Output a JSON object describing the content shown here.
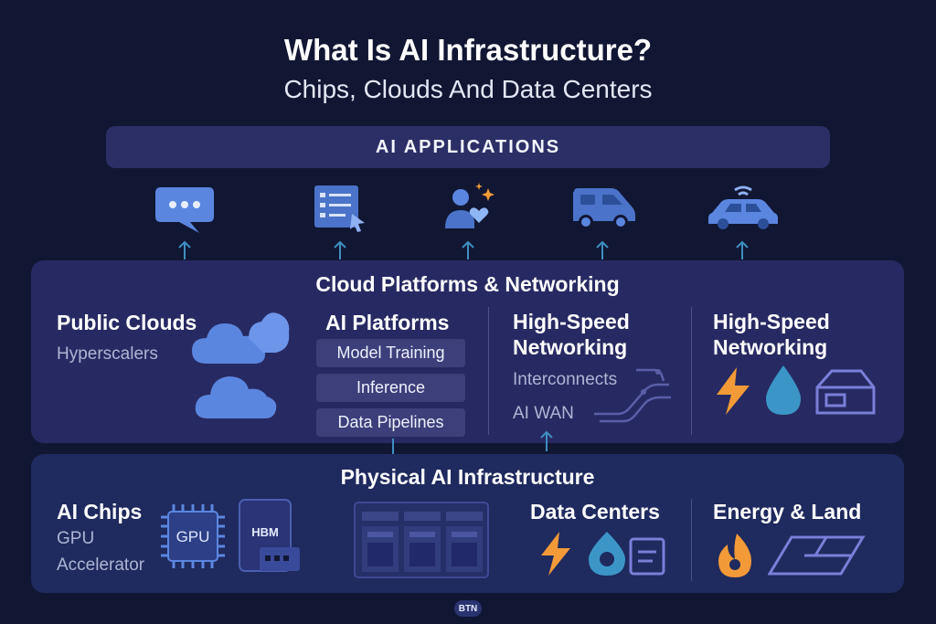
{
  "header": {
    "title": "What Is AI Infrastructure?",
    "subtitle": "Chips, Clouds And Data Centers"
  },
  "applications": {
    "label": "AI APPLICATIONS",
    "icons": [
      "chat-bubble-icon",
      "checklist-icon",
      "people-heart-icon",
      "van-icon",
      "connected-car-icon"
    ]
  },
  "cloud_layer": {
    "title": "Cloud Platforms & Networking",
    "public_clouds": {
      "title": "Public Clouds",
      "subtitle": "Hyperscalers"
    },
    "ai_platforms": {
      "title": "AI Platforms",
      "items": [
        "Model Training",
        "Inference",
        "Data Pipelines"
      ]
    },
    "networking": {
      "title_line1": "High-Speed",
      "title_line2": "Networking",
      "items": [
        "Interconnects",
        "AI WAN"
      ]
    },
    "networking_right": {
      "title_line1": "High-Speed",
      "title_line2": "Networking"
    }
  },
  "physical_layer": {
    "title": "Physical AI Infrastructure",
    "ai_chips": {
      "title": "AI Chips",
      "items": [
        "GPU",
        "Accelerator"
      ],
      "gpu_label": "GPU",
      "hbm_label": "HBM"
    },
    "data_centers": {
      "title": "Data Centers"
    },
    "energy_land": {
      "title": "Energy & Land"
    }
  },
  "watermark": "BTN",
  "colors": {
    "background": "#111733",
    "panel": "#272a62",
    "icon_blue": "#5b86e0",
    "accent_orange": "#f29a38",
    "accent_teal": "#3b96c7",
    "arrow": "#3f8fc0"
  }
}
